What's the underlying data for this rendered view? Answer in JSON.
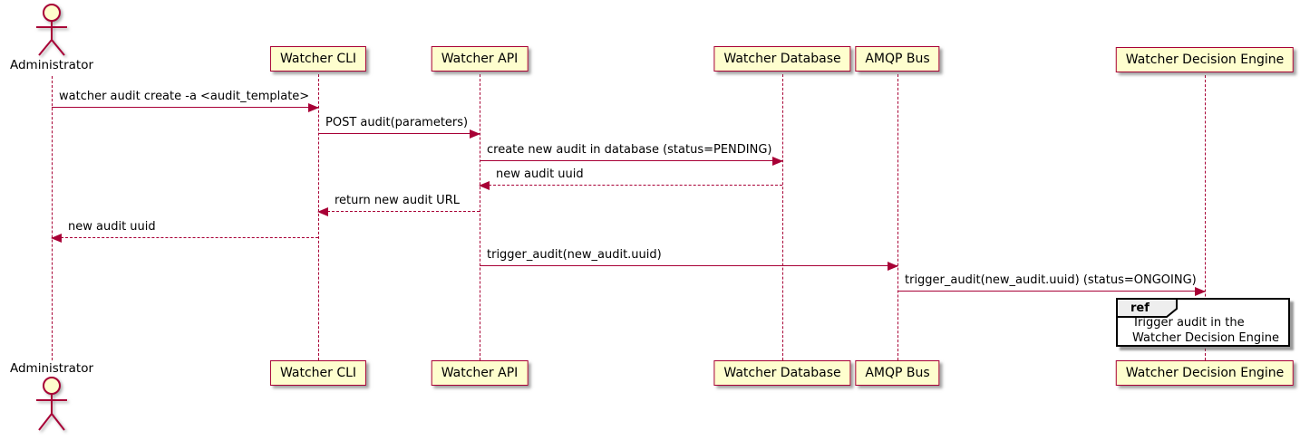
{
  "actor": {
    "name": "Administrator"
  },
  "participants": [
    {
      "name": "Watcher CLI"
    },
    {
      "name": "Watcher API"
    },
    {
      "name": "Watcher Database"
    },
    {
      "name": "AMQP Bus"
    },
    {
      "name": "Watcher Decision Engine"
    }
  ],
  "messages": [
    {
      "text": "watcher audit create -a <audit_template>",
      "from": "Administrator",
      "to": "Watcher CLI",
      "line": "solid"
    },
    {
      "text": "POST audit(parameters)",
      "from": "Watcher CLI",
      "to": "Watcher API",
      "line": "solid"
    },
    {
      "text": "create new audit in database (status=PENDING)",
      "from": "Watcher API",
      "to": "Watcher Database",
      "line": "solid"
    },
    {
      "text": "new audit uuid",
      "from": "Watcher Database",
      "to": "Watcher API",
      "line": "dashed"
    },
    {
      "text": "return new audit URL",
      "from": "Watcher API",
      "to": "Watcher CLI",
      "line": "dashed"
    },
    {
      "text": "new audit uuid",
      "from": "Watcher CLI",
      "to": "Administrator",
      "line": "dashed"
    },
    {
      "text": "trigger_audit(new_audit.uuid)",
      "from": "Watcher API",
      "to": "AMQP Bus",
      "line": "solid"
    },
    {
      "text": "trigger_audit(new_audit.uuid) (status=ONGOING)",
      "from": "AMQP Bus",
      "to": "Watcher Decision Engine",
      "line": "solid"
    }
  ],
  "ref_fragment": {
    "keyword": "ref",
    "text_line1": "Trigger audit in the",
    "text_line2": "Watcher Decision Engine"
  },
  "colors": {
    "participant_fill": "#FEFECE",
    "participant_border": "#A80036",
    "arrow": "#A80036",
    "lifeline": "#A80036",
    "text": "#000000",
    "ref_border": "#000000",
    "ref_header_fill": "#EEEEEE"
  }
}
